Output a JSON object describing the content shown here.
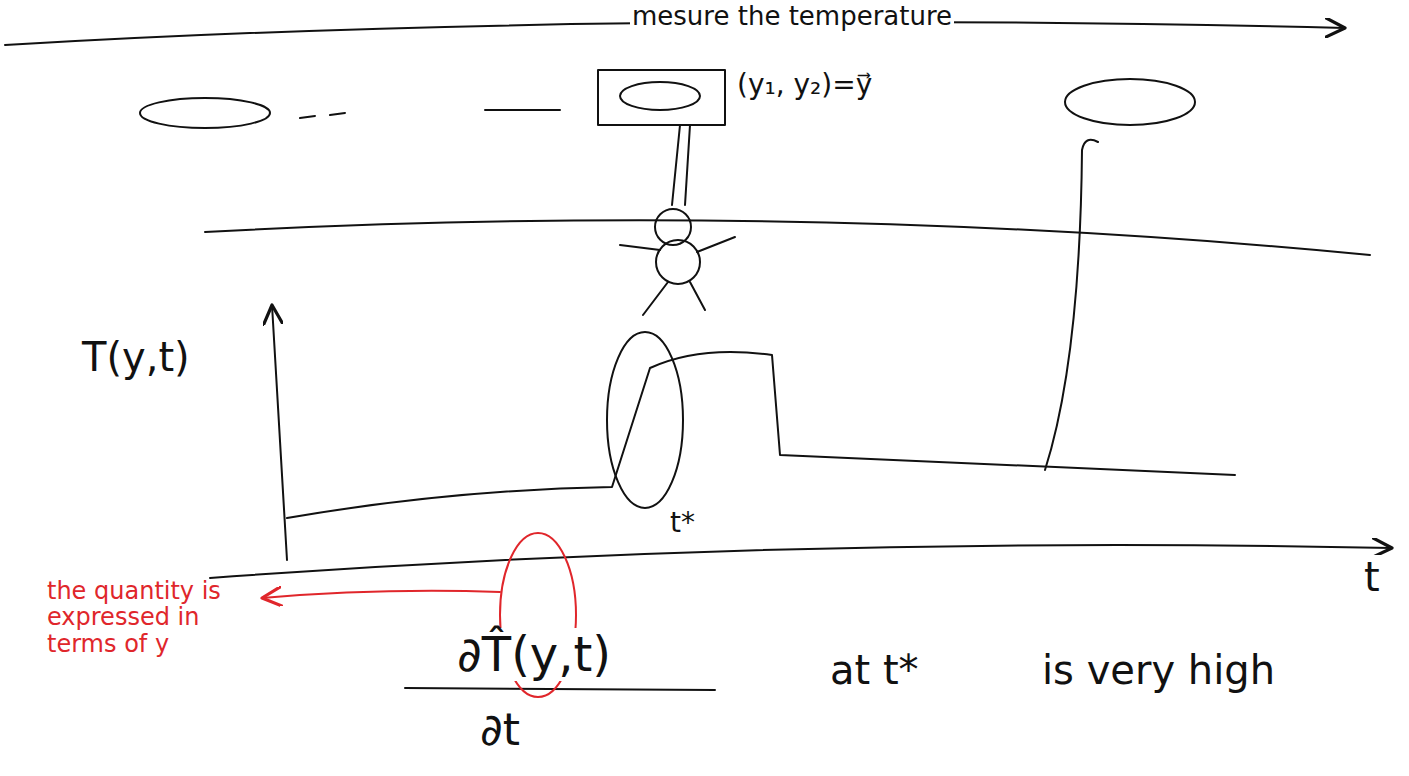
{
  "diagram": {
    "labels": [
      "mesure the temperature",
      "(y₁, y₂)=y⃗",
      "T(y,t)",
      "t*",
      "t",
      "∂T̂(y,t)",
      "∂t",
      "at t*",
      "is very high",
      "the quantity is expressed in terms of y"
    ]
  }
}
